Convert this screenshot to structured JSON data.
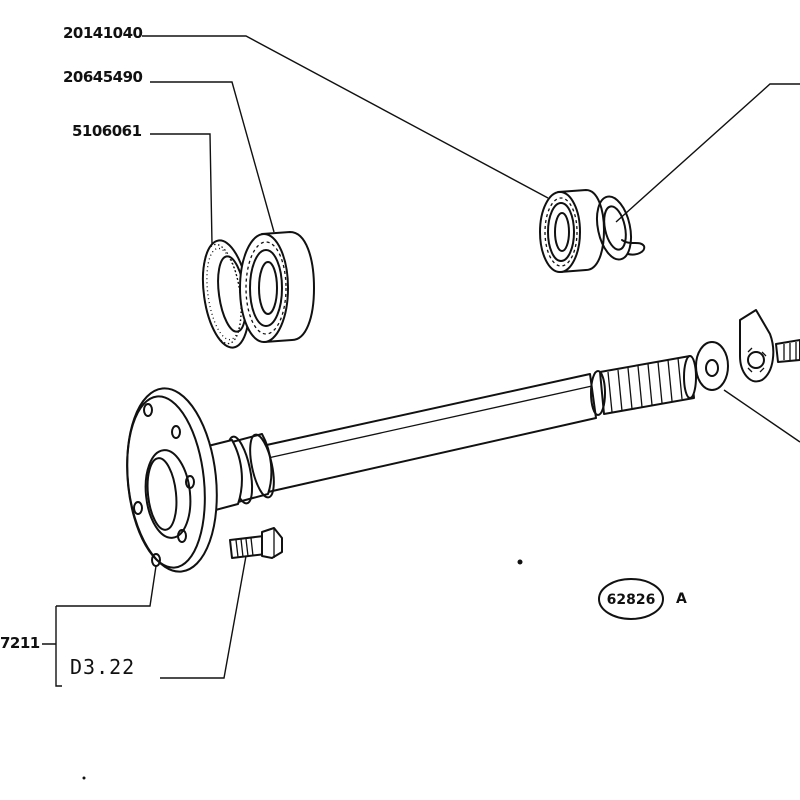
{
  "labels": {
    "bearing_a": "20141040",
    "bearing_b": "20645490",
    "seal": "5106061",
    "shaft_partial": "7211",
    "bolt_ref": "D3.22"
  },
  "figure": {
    "number": "62826",
    "suffix": "A"
  }
}
